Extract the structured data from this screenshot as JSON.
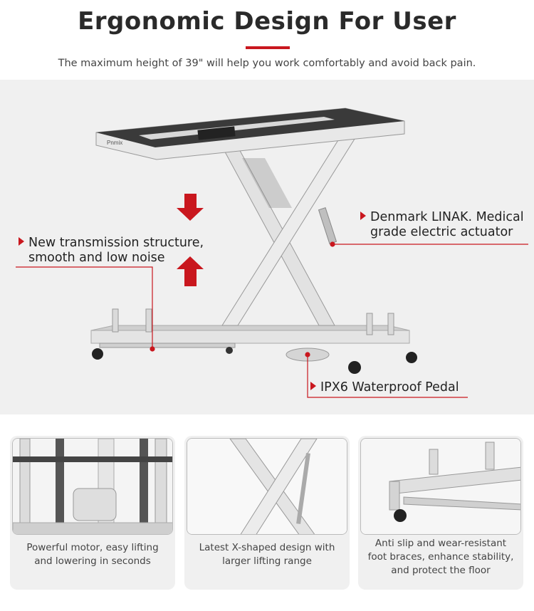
{
  "header": {
    "title": "Ergonomic Design For User",
    "subtitle": "The maximum height of 39\" will help you work comfortably and avoid back pain."
  },
  "colors": {
    "accent": "#c9171e",
    "hero_bg": "#f0f0f0",
    "steel": "#d9d9d9",
    "table_top": "#3a3a3a"
  },
  "hero": {
    "brand_mark": "Pnmix",
    "callouts": {
      "actuator_line1": "Denmark LINAK. Medical",
      "actuator_line2": "grade electric actuator",
      "transmission_line1": "New transmission structure,",
      "transmission_line2": "smooth and low noise",
      "pedal": "IPX6 Waterproof Pedal"
    }
  },
  "features": [
    {
      "caption_line1": "Powerful motor, easy lifting",
      "caption_line2": "and lowering in seconds",
      "caption_line3": ""
    },
    {
      "caption_line1": "Latest X-shaped design with",
      "caption_line2": "larger lifting range",
      "caption_line3": ""
    },
    {
      "caption_line1": "Anti slip and wear-resistant",
      "caption_line2": "foot braces, enhance stability,",
      "caption_line3": "and protect the floor"
    }
  ]
}
